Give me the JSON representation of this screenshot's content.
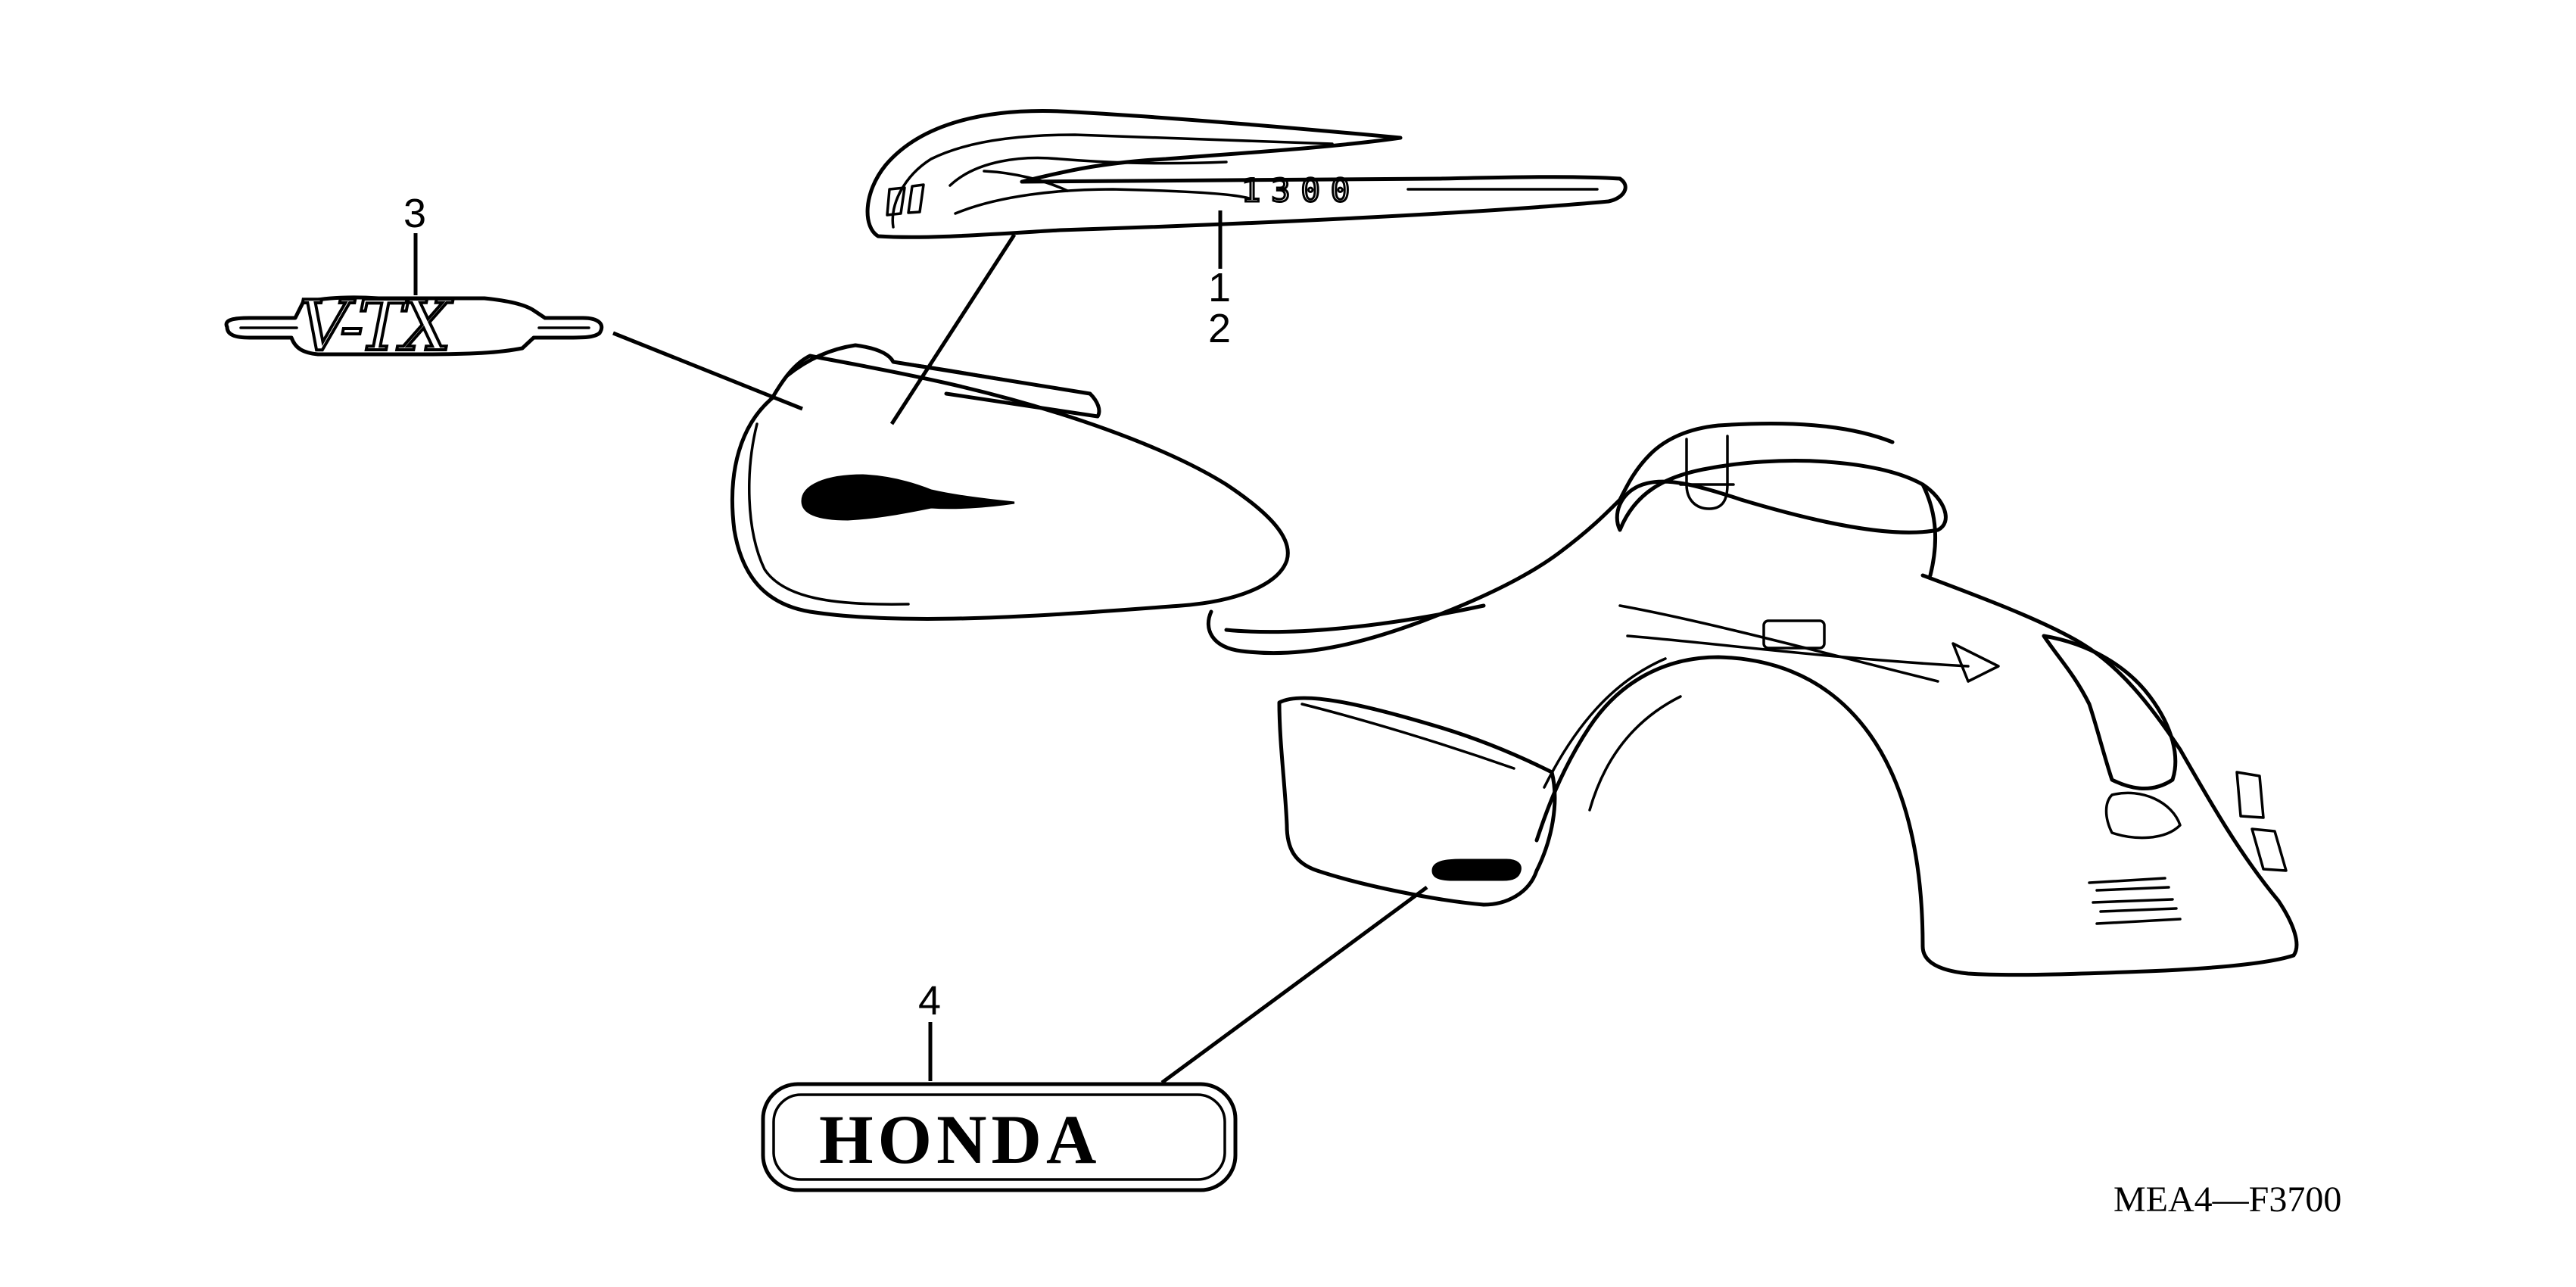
{
  "diagram": {
    "callouts": [
      {
        "id": "1",
        "label": "1"
      },
      {
        "id": "2",
        "label": "2"
      },
      {
        "id": "3",
        "label": "3"
      },
      {
        "id": "4",
        "label": "4"
      }
    ],
    "emblems": {
      "tank_stripe_number": "1300",
      "vtx_mark": "V-TX",
      "honda_mark": "HONDA"
    },
    "diagram_code": "MEA4—F3700"
  }
}
